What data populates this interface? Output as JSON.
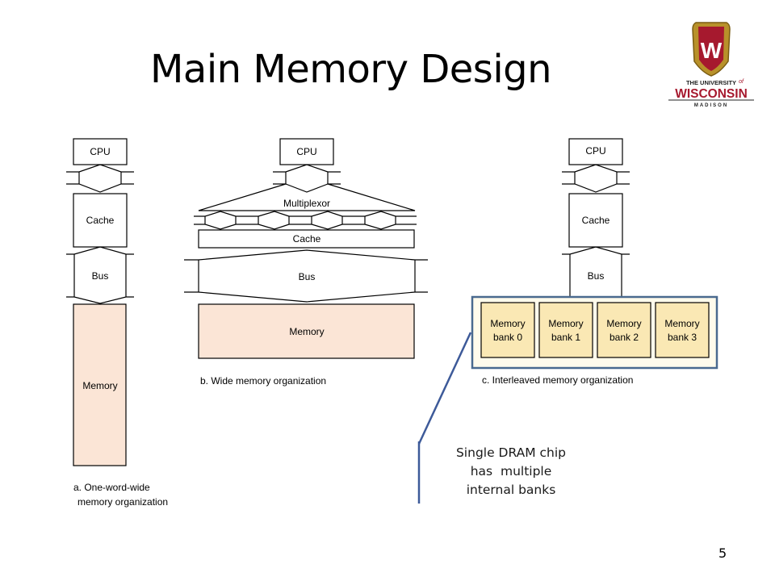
{
  "slide": {
    "title": "Main Memory Design",
    "page_number": "5"
  },
  "logo": {
    "line1": "THE UNIVERSITY",
    "of": "of",
    "line2": "WISCONSIN",
    "line3": "MADISON",
    "crest_letter": "W",
    "brand_color": "#a6192e"
  },
  "diagram_a": {
    "cpu": "CPU",
    "cache": "Cache",
    "bus": "Bus",
    "memory": "Memory",
    "caption_line1": "a. One-word-wide",
    "caption_line2": "memory organization"
  },
  "diagram_b": {
    "cpu": "CPU",
    "multiplexor": "Multiplexor",
    "cache": "Cache",
    "bus": "Bus",
    "memory": "Memory",
    "caption": "b. Wide memory organization"
  },
  "diagram_c": {
    "cpu": "CPU",
    "cache": "Cache",
    "bus": "Bus",
    "banks": [
      {
        "line1": "Memory",
        "line2": "bank 0"
      },
      {
        "line1": "Memory",
        "line2": "bank 1"
      },
      {
        "line1": "Memory",
        "line2": "bank 2"
      },
      {
        "line1": "Memory",
        "line2": "bank 3"
      }
    ],
    "caption": "c. Interleaved memory organization"
  },
  "callout": {
    "line1": "Single DRAM chip",
    "line2": "has  multiple",
    "line3": "internal banks"
  },
  "colors": {
    "memory_fill": "#fbe5d6",
    "bank_fill": "#fae8b4",
    "highlight_border": "#4a6a8f",
    "callout_line": "#3d5a99"
  }
}
